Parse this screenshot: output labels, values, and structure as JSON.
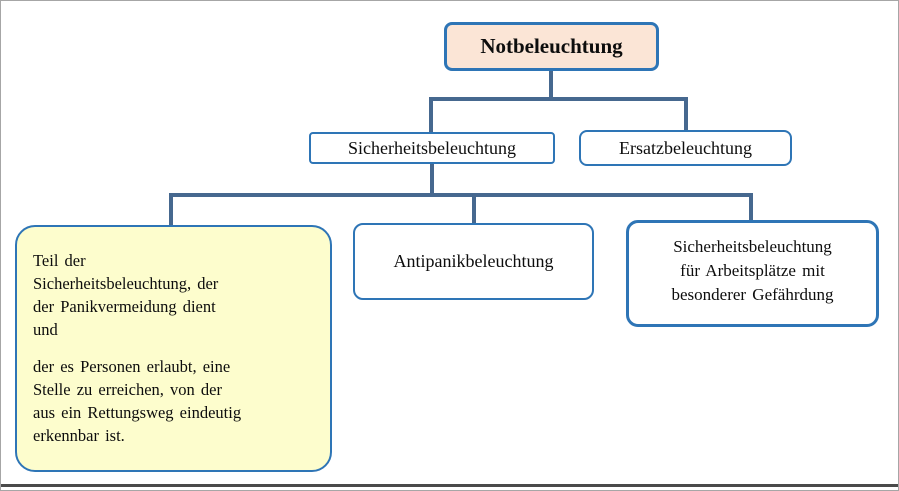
{
  "diagram": {
    "root": {
      "label": "Notbeleuchtung"
    },
    "level2": [
      {
        "id": "safety",
        "label": "Sicherheitsbeleuchtung"
      },
      {
        "id": "replacement",
        "label": "Ersatzbeleuchtung"
      }
    ],
    "level3": {
      "note": {
        "paragraphs": [
          {
            "lines": [
              "Teil der",
              "Sicherheitsbeleuchtung, der",
              "der Panikvermeidung dient",
              "und"
            ]
          },
          {
            "lines": [
              "der es Personen erlaubt, eine",
              "Stelle zu erreichen, von der",
              "aus ein Rettungsweg eindeutig",
              "erkennbar ist."
            ]
          }
        ]
      },
      "antipanic": {
        "label": "Antipanikbeleuchtung"
      },
      "workplace": {
        "lines": [
          "Sicherheitsbeleuchtung",
          "für Arbeitsplätze mit",
          "besonderer Gefährdung"
        ]
      }
    },
    "colors": {
      "box_border": "#2e75b6",
      "connector": "#46688f",
      "title_fill": "#fbe5d6",
      "note_fill": "#fdfdcd",
      "text": "#0d0d0d",
      "frame_border": "#a6a6a6",
      "frame_bottom": "#4a4a4a",
      "canvas_bg": "#ffffff"
    }
  }
}
